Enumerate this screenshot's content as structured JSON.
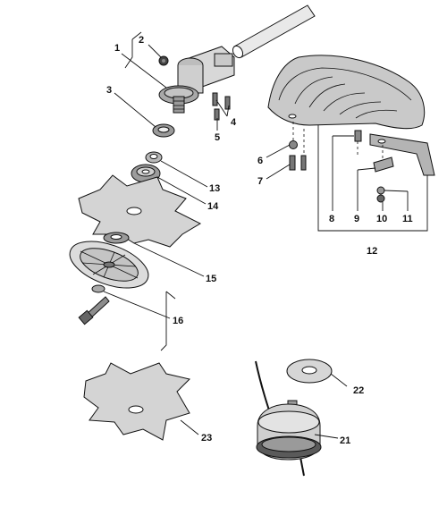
{
  "callouts": [
    {
      "id": "1",
      "part": "gearbox"
    },
    {
      "id": "2",
      "part": "gearbox-screw"
    },
    {
      "id": "3",
      "part": "gearbox-seal"
    },
    {
      "id": "4",
      "part": "clamp-screws"
    },
    {
      "id": "5",
      "part": "clamp-screw"
    },
    {
      "id": "6",
      "part": "guard-nut"
    },
    {
      "id": "7",
      "part": "guard-bolt"
    },
    {
      "id": "8",
      "part": "guard-screw"
    },
    {
      "id": "9",
      "part": "guard-bracket"
    },
    {
      "id": "10",
      "part": "bracket-nut"
    },
    {
      "id": "11",
      "part": "bracket-washer"
    },
    {
      "id": "12",
      "part": "guard-assembly"
    },
    {
      "id": "13",
      "part": "bushing"
    },
    {
      "id": "14",
      "part": "upper-flange"
    },
    {
      "id": "15",
      "part": "lower-cup"
    },
    {
      "id": "16",
      "part": "blade-hardware-kit"
    },
    {
      "id": "21",
      "part": "trimmer-head"
    },
    {
      "id": "22",
      "part": "head-cover-washer"
    },
    {
      "id": "23",
      "part": "four-tooth-blade"
    }
  ]
}
